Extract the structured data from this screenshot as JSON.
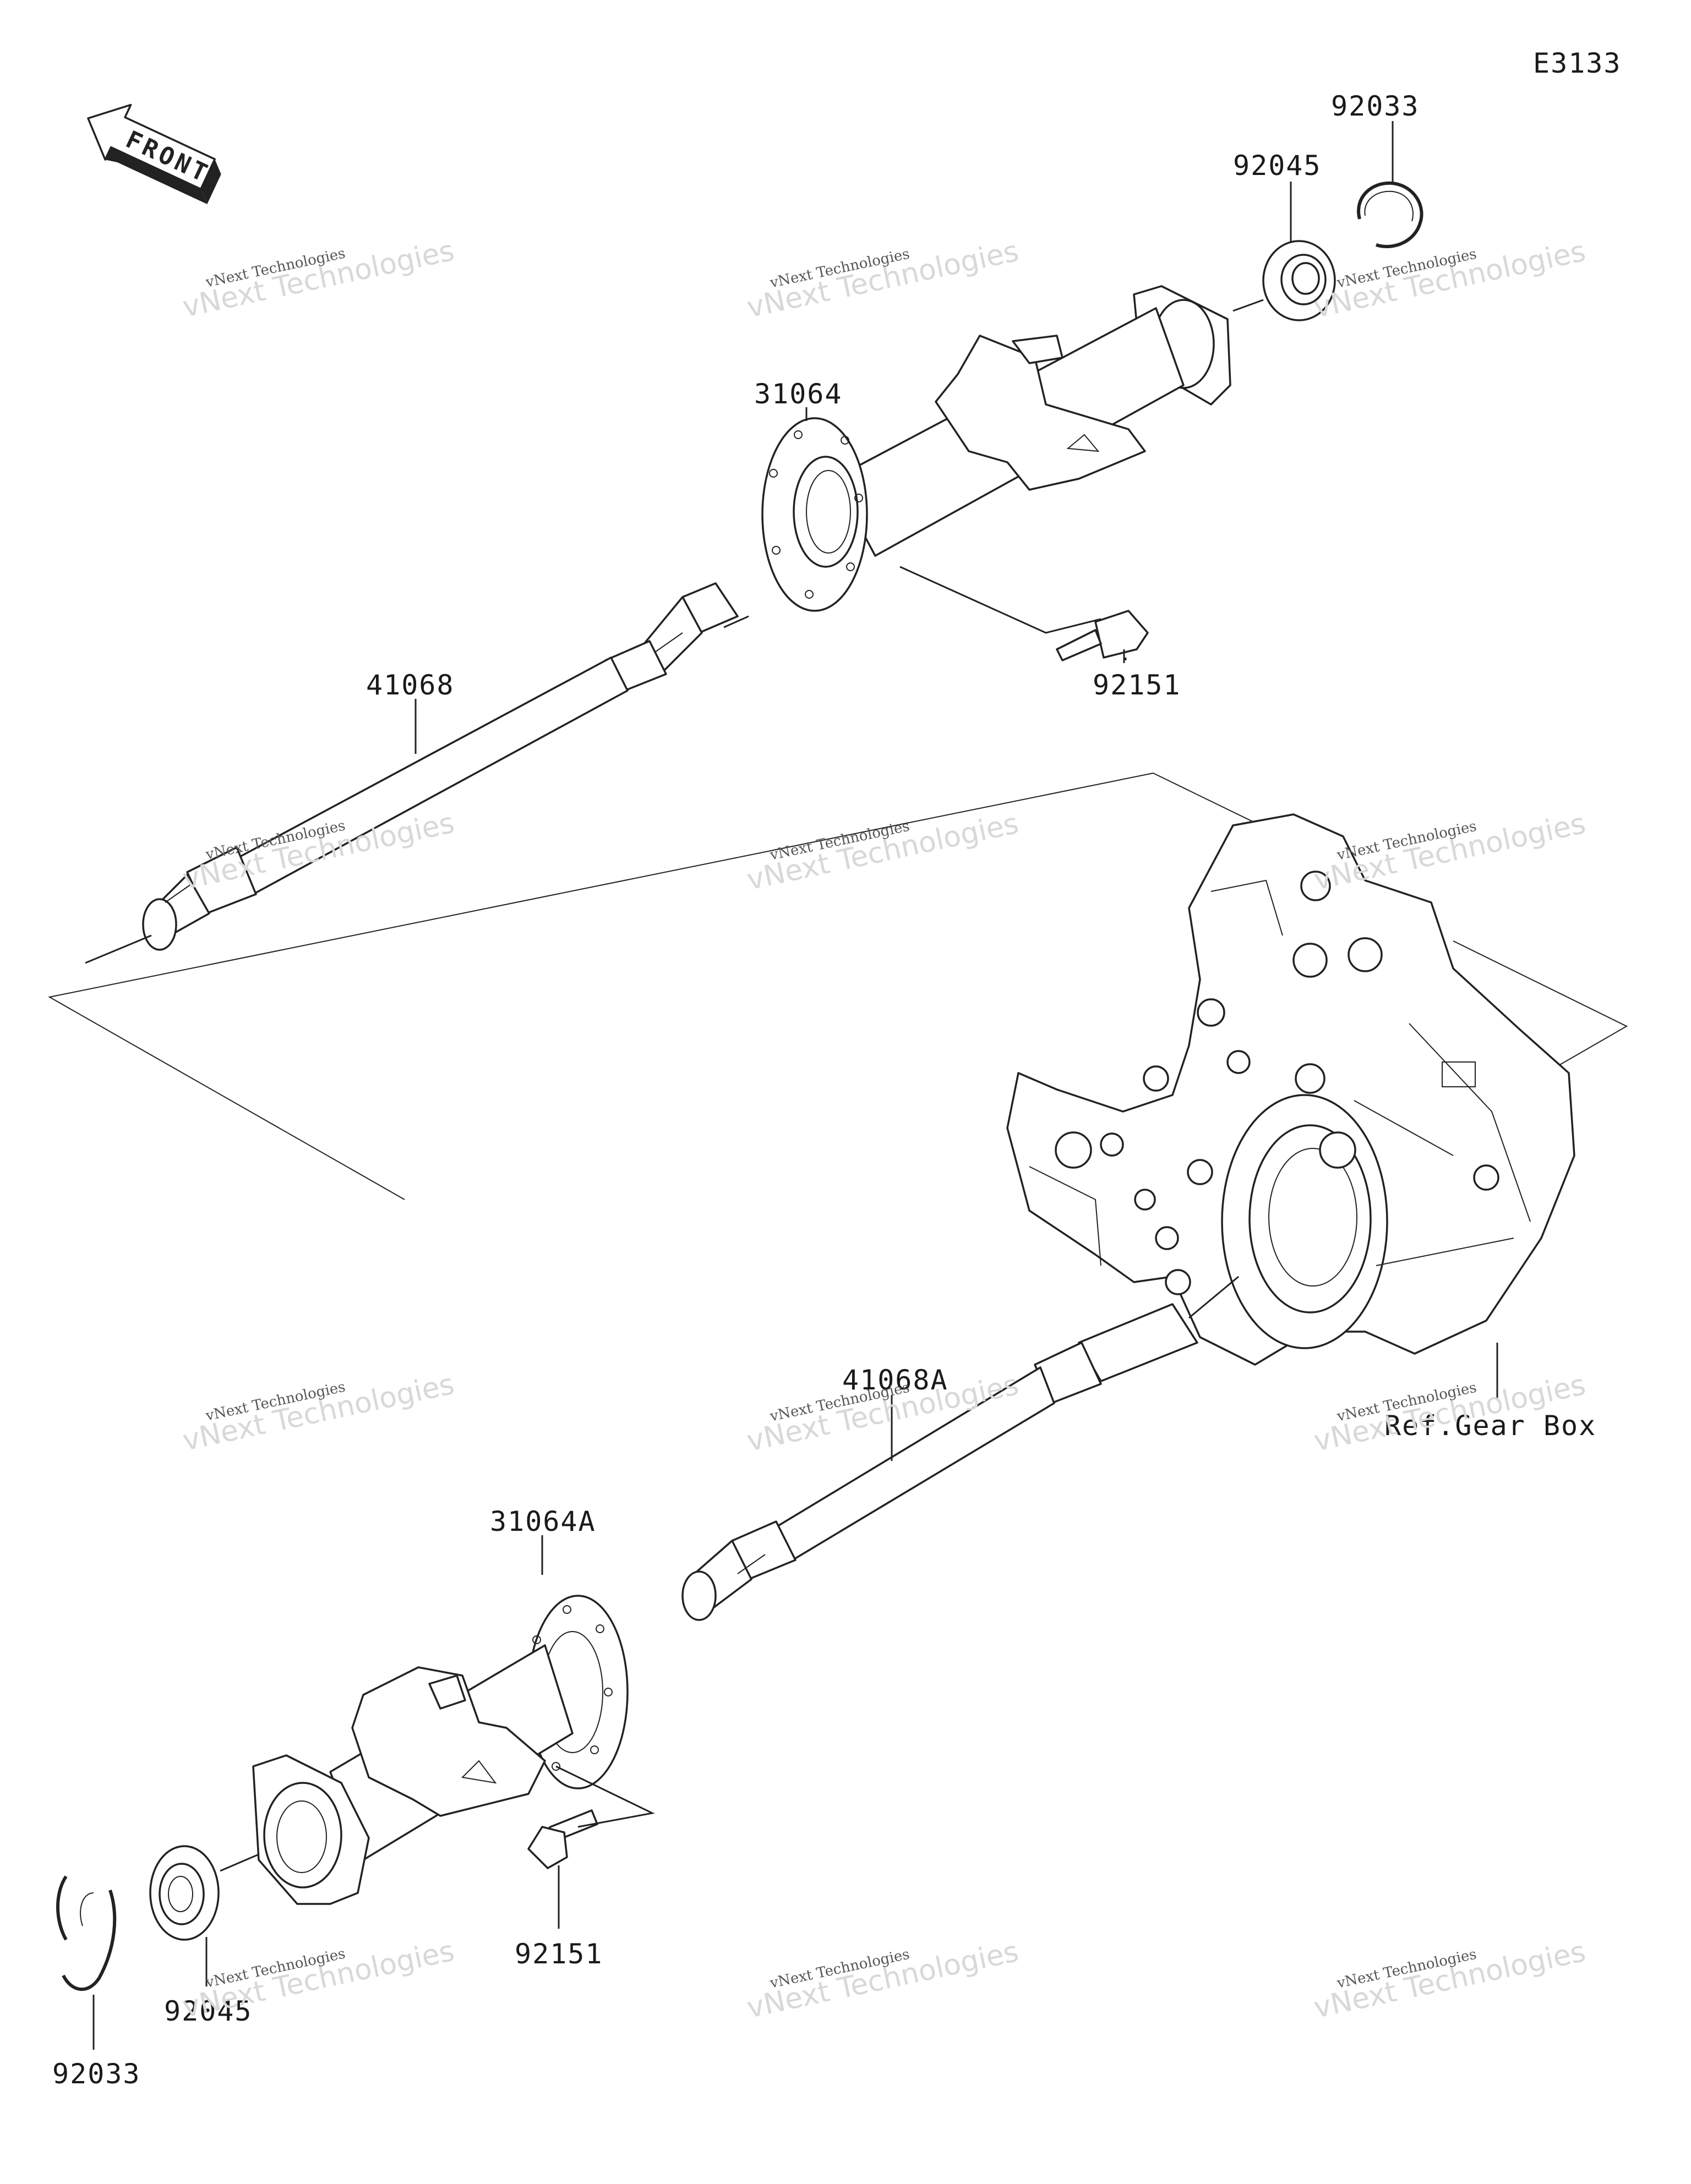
{
  "diagram": {
    "code": "E3133",
    "front_label": "FRONT",
    "ref_label": "Ref.Gear Box",
    "watermark": {
      "line1": "vNext Technologies",
      "line2": "vNext Technologies"
    },
    "callouts": [
      {
        "id": "c-92033-top",
        "text": "92033"
      },
      {
        "id": "c-92045-top",
        "text": "92045"
      },
      {
        "id": "c-31064",
        "text": "31064"
      },
      {
        "id": "c-92151-top",
        "text": "92151"
      },
      {
        "id": "c-41068",
        "text": "41068"
      },
      {
        "id": "c-41068A",
        "text": "41068A"
      },
      {
        "id": "c-31064A",
        "text": "31064A"
      },
      {
        "id": "c-92151-bot",
        "text": "92151"
      },
      {
        "id": "c-92045-bot",
        "text": "92045"
      },
      {
        "id": "c-92033-bot",
        "text": "92033"
      }
    ]
  }
}
